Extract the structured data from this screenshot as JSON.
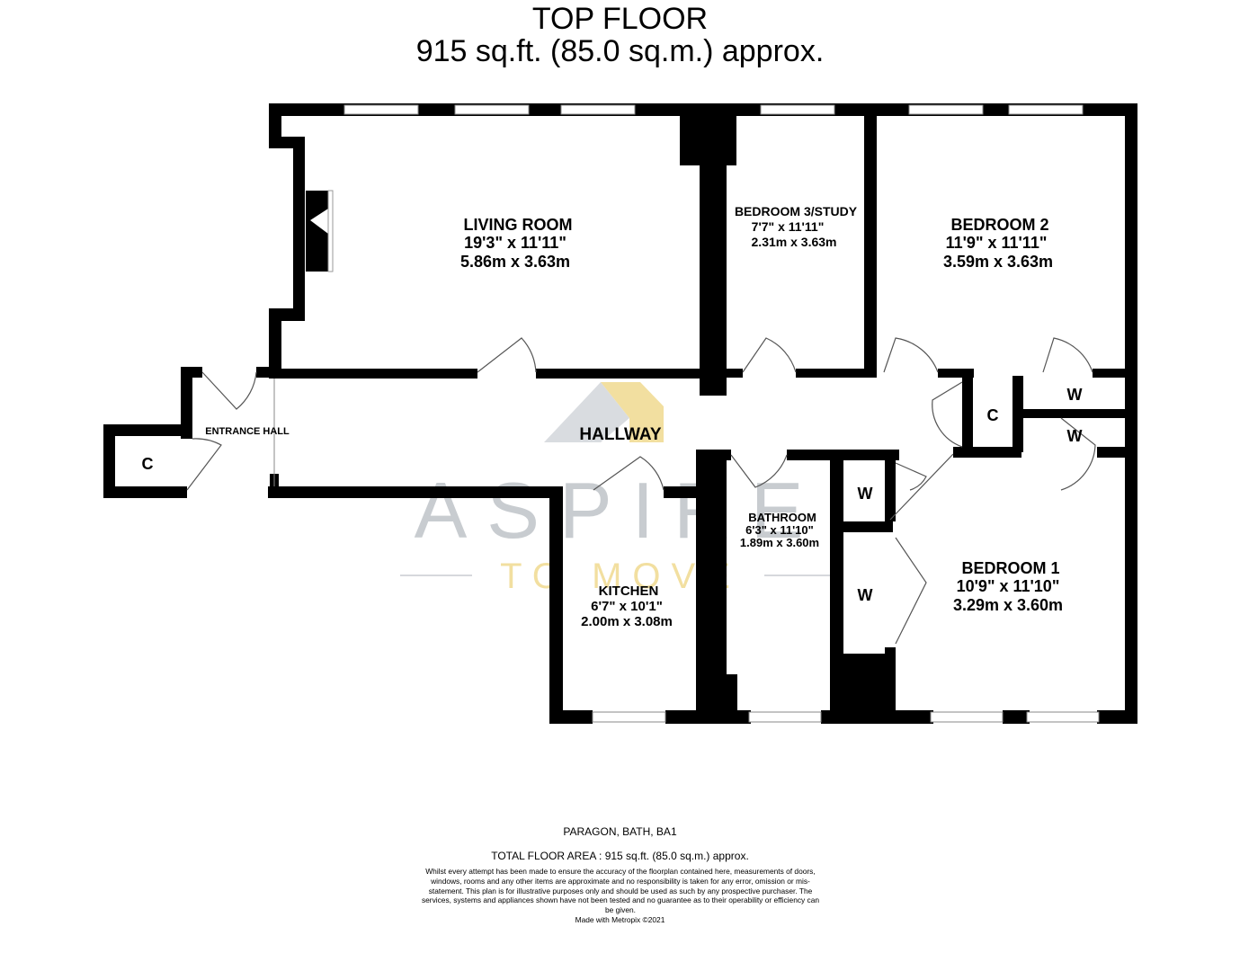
{
  "header": {
    "title": "TOP FLOOR",
    "subtitle": "915 sq.ft. (85.0 sq.m.) approx."
  },
  "rooms": {
    "living": {
      "name": "LIVING ROOM",
      "imperial": "19'3\"  x 11'11\"",
      "metric": "5.86m  x 3.63m"
    },
    "bed3": {
      "name": "BEDROOM 3/STUDY",
      "imperial": "7'7\"  x 11'11\"",
      "metric": "2.31m  x 3.63m"
    },
    "bed2": {
      "name": "BEDROOM 2",
      "imperial": "11'9\"  x 11'11\"",
      "metric": "3.59m  x 3.63m"
    },
    "entrance": {
      "name": "ENTRANCE HALL"
    },
    "hallway": {
      "name": "HALLWAY"
    },
    "bathroom": {
      "name": "BATHROOM",
      "imperial": "6'3\"  x 11'10\"",
      "metric": "1.89m  x 3.60m"
    },
    "kitchen": {
      "name": "KITCHEN",
      "imperial": "6'7\"  x 10'1\"",
      "metric": "2.00m  x 3.08m"
    },
    "bed1": {
      "name": "BEDROOM 1",
      "imperial": "10'9\"  x 11'10\"",
      "metric": "3.29m  x 3.60m"
    }
  },
  "storage": {
    "cupboard_entrance": "C",
    "cupboard_hall": "C",
    "wardrobe_1": "W",
    "wardrobe_2": "W",
    "wardrobe_3": "W",
    "wardrobe_4": "W"
  },
  "watermark": {
    "brand": "ASPIRE",
    "tagline": "TO MOVE",
    "colors": {
      "grey": "#c8ccd0",
      "gold": "#f2dfa0"
    }
  },
  "footer": {
    "address": "PARAGON, BATH, BA1",
    "total": "TOTAL FLOOR AREA : 915 sq.ft. (85.0 sq.m.) approx.",
    "disclaimer": "Whilst every attempt has been made to ensure the accuracy of the floorplan contained here, measurements of doors, windows, rooms and any other items are approximate and no responsibility is taken for any error, omission or mis-statement. This plan is for illustrative purposes only and should be used as such by any prospective purchaser. The services, systems and appliances shown have not been tested and no guarantee as to their operability or efficiency can be given.",
    "made_with": "Made with Metropix ©2021"
  }
}
